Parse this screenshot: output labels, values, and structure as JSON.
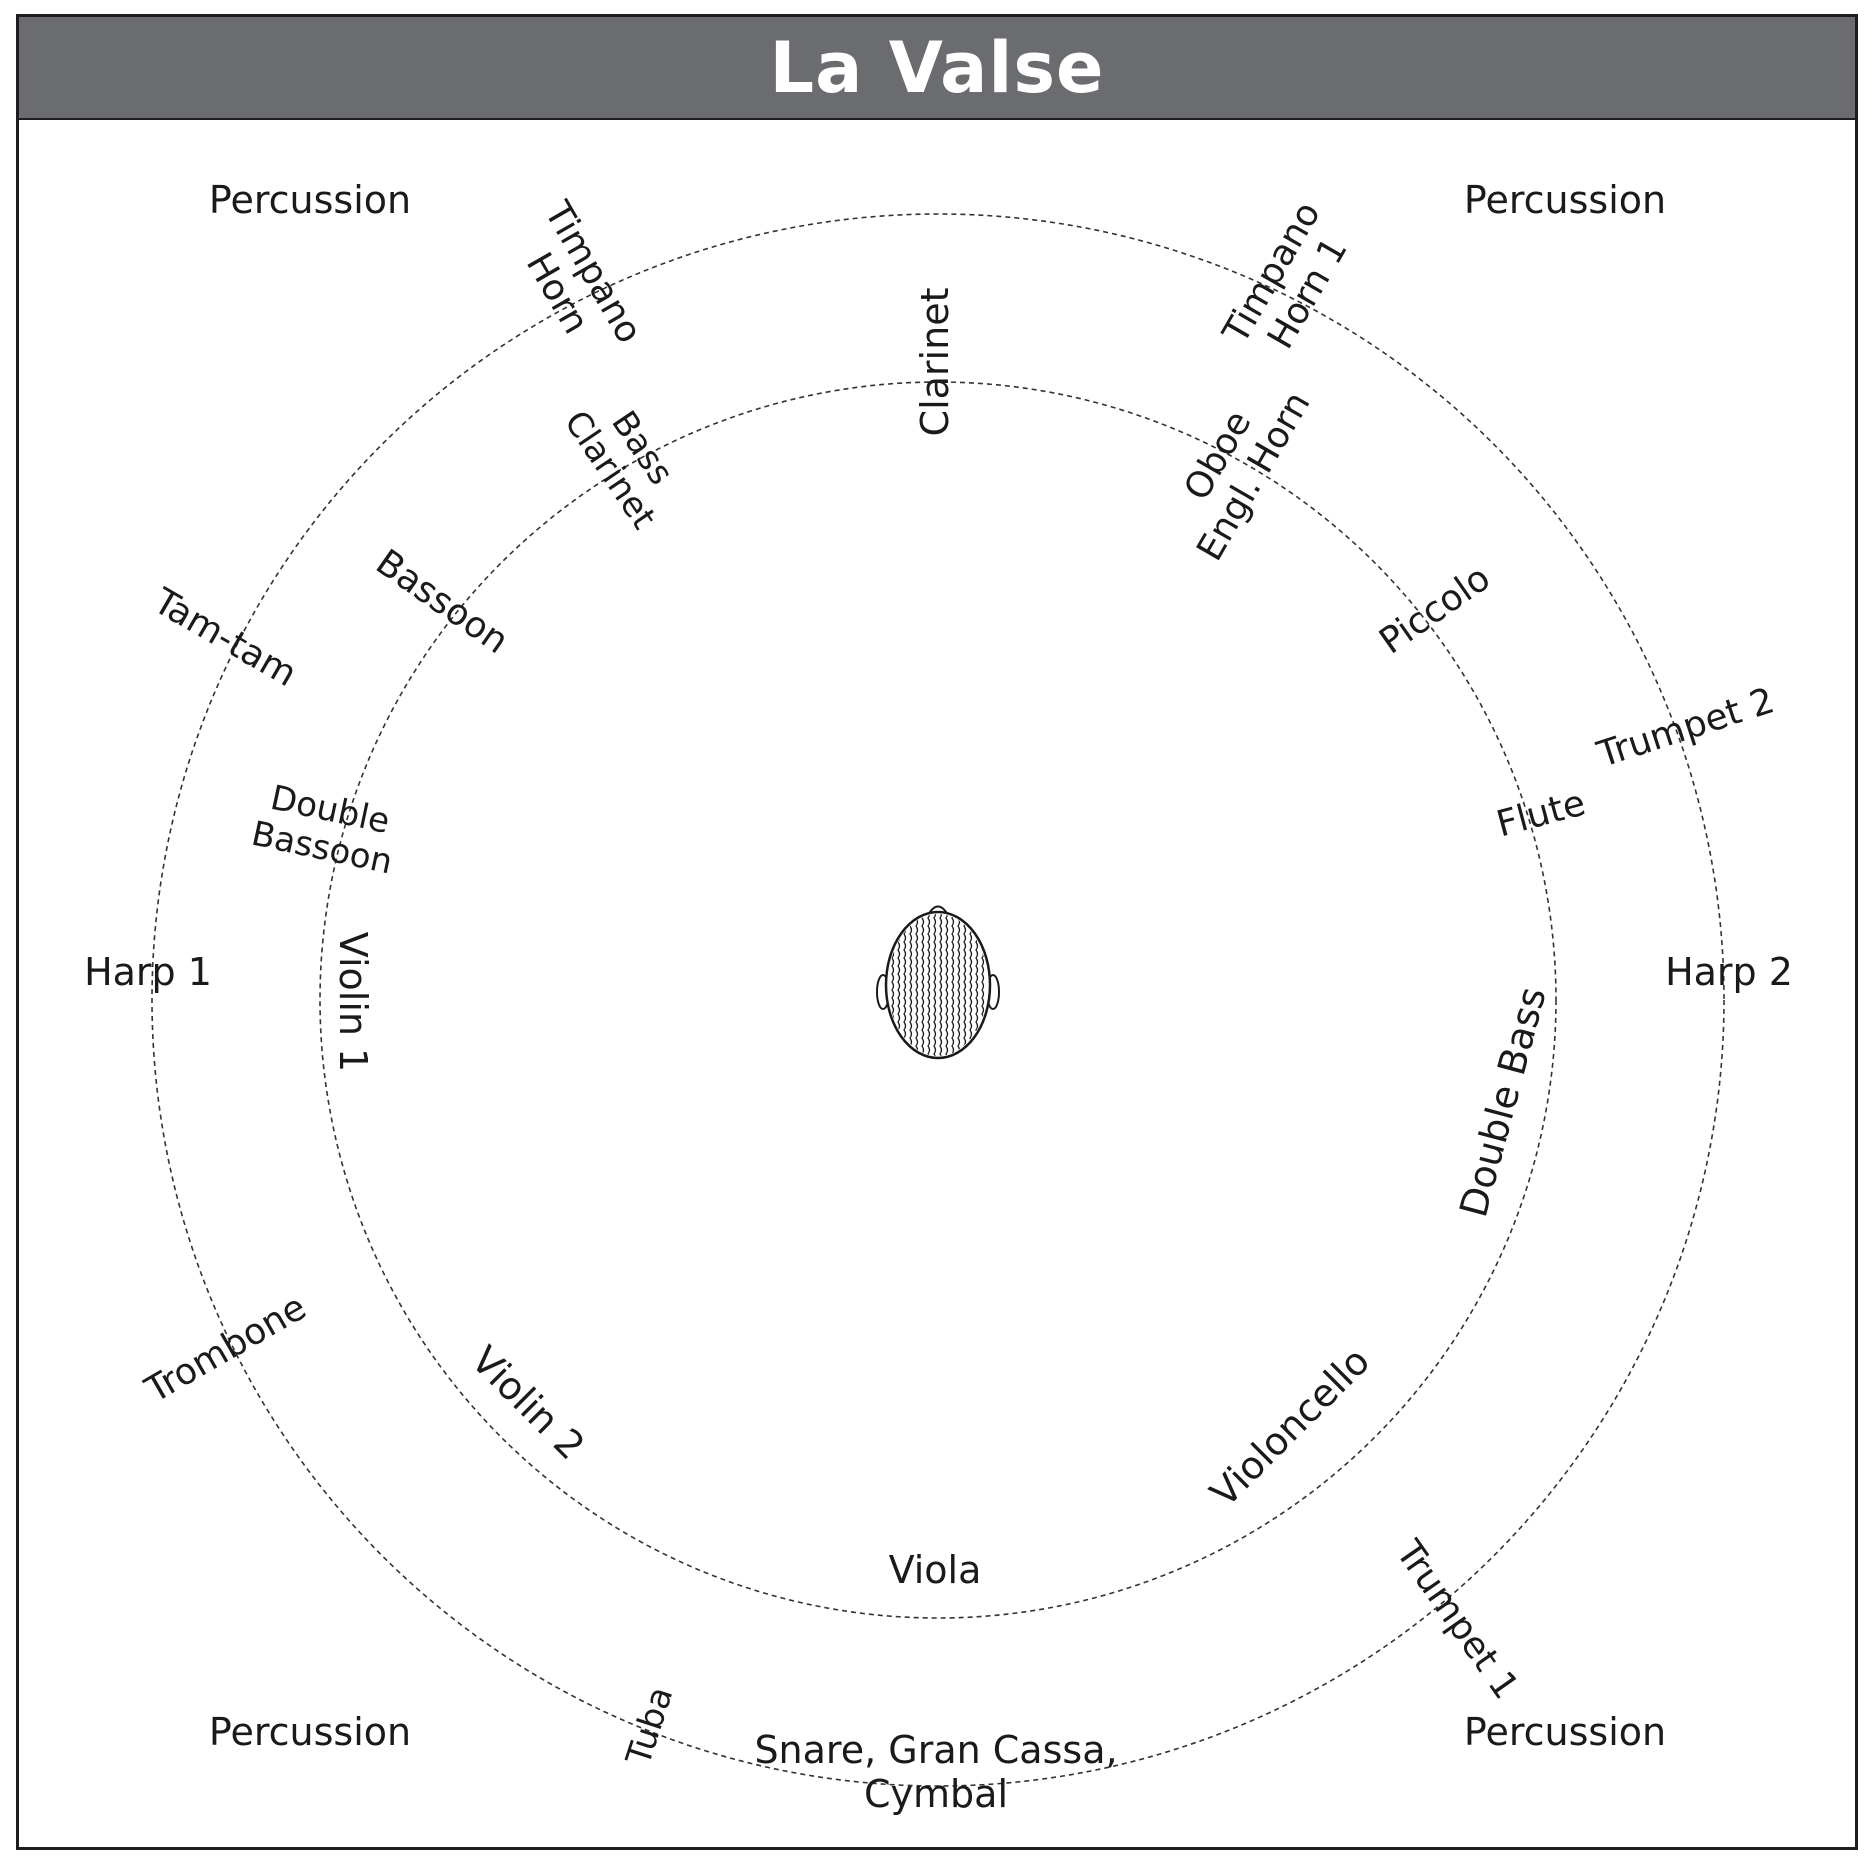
{
  "title": "La Valse",
  "colors": {
    "title_bar": "#6b6c70",
    "title_text": "#ffffff",
    "ink": "#1a1a1a",
    "background": "#ffffff"
  },
  "center_icon": "listener-head-icon",
  "labels": [
    {
      "id": "percussion-top-left",
      "lines": [
        "Percussion"
      ]
    },
    {
      "id": "percussion-top-right",
      "lines": [
        "Percussion"
      ]
    },
    {
      "id": "percussion-bottom-left",
      "lines": [
        "Percussion"
      ]
    },
    {
      "id": "percussion-bottom-right",
      "lines": [
        "Percussion"
      ]
    },
    {
      "id": "timpano-horn-left",
      "lines": [
        "Timpano",
        "Horn"
      ]
    },
    {
      "id": "timpano-horn-right",
      "lines": [
        "Timpano",
        "Horn 1"
      ]
    },
    {
      "id": "clarinet",
      "lines": [
        "Clarinet"
      ]
    },
    {
      "id": "bass-clarinet",
      "lines": [
        "Bass",
        "Clarinet"
      ]
    },
    {
      "id": "oboe-engl-horn",
      "lines": [
        "Oboe",
        "Engl. Horn"
      ]
    },
    {
      "id": "bassoon",
      "lines": [
        "Bassoon"
      ]
    },
    {
      "id": "piccolo",
      "lines": [
        "Piccolo"
      ]
    },
    {
      "id": "tam-tam",
      "lines": [
        "Tam-tam"
      ]
    },
    {
      "id": "trumpet-2",
      "lines": [
        "Trumpet 2"
      ]
    },
    {
      "id": "flute",
      "lines": [
        "Flute"
      ]
    },
    {
      "id": "double-bassoon",
      "lines": [
        "Double",
        "Bassoon"
      ]
    },
    {
      "id": "harp-1",
      "lines": [
        "Harp 1"
      ]
    },
    {
      "id": "harp-2",
      "lines": [
        "Harp 2"
      ]
    },
    {
      "id": "violin-1",
      "lines": [
        "Violin 1"
      ]
    },
    {
      "id": "double-bass",
      "lines": [
        "Double Bass"
      ]
    },
    {
      "id": "trombone",
      "lines": [
        "Trombone"
      ]
    },
    {
      "id": "violin-2",
      "lines": [
        "Violin 2"
      ]
    },
    {
      "id": "violoncello",
      "lines": [
        "Violoncello"
      ]
    },
    {
      "id": "viola",
      "lines": [
        "Viola"
      ]
    },
    {
      "id": "trumpet-1",
      "lines": [
        "Trumpet 1"
      ]
    },
    {
      "id": "tuba",
      "lines": [
        "Tuba"
      ]
    },
    {
      "id": "snare-gran-cassa-cymbal",
      "lines": [
        "Snare, Gran Cassa,",
        "Cymbal"
      ]
    }
  ]
}
